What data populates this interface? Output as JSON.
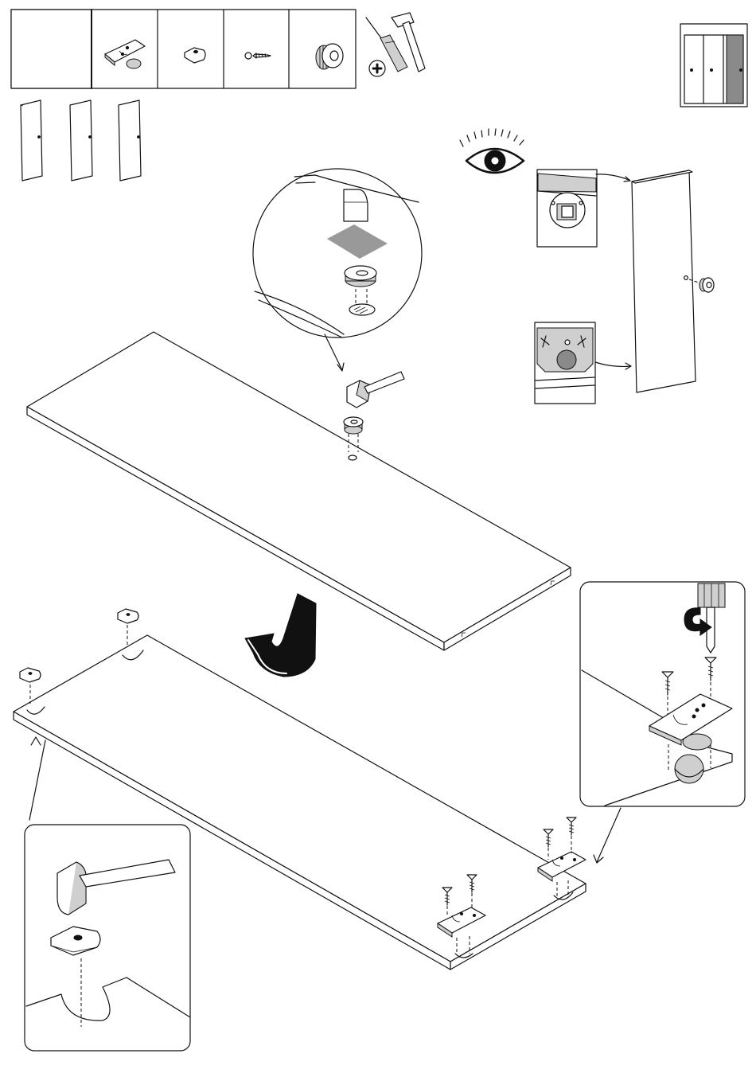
{
  "parts_box": {
    "cells": [
      {
        "part": "blank-cell",
        "count": ""
      },
      {
        "part": "wheel-bracket",
        "count": ""
      },
      {
        "part": "guide-cap",
        "count": ""
      },
      {
        "part": "screw",
        "count": ""
      },
      {
        "part": "handle-knob",
        "count": ""
      }
    ]
  },
  "tools": [
    "screwdriver-icon",
    "hammer-icon",
    "phillips-head-icon"
  ],
  "overview": {
    "doors": 3,
    "highlighted_door": 3,
    "door_panels_shown": 3
  },
  "steps": [
    {
      "step": "insert-knob",
      "tool": "hammer-icon"
    },
    {
      "step": "mount-guides-and-wheels",
      "tools": [
        "hammer-icon",
        "screwdriver-icon"
      ],
      "screws_shown": 4
    }
  ],
  "colors": {
    "line": "#111111",
    "shade": "#cfcfcf",
    "dark": "#8a8a8a",
    "background": "#ffffff"
  }
}
